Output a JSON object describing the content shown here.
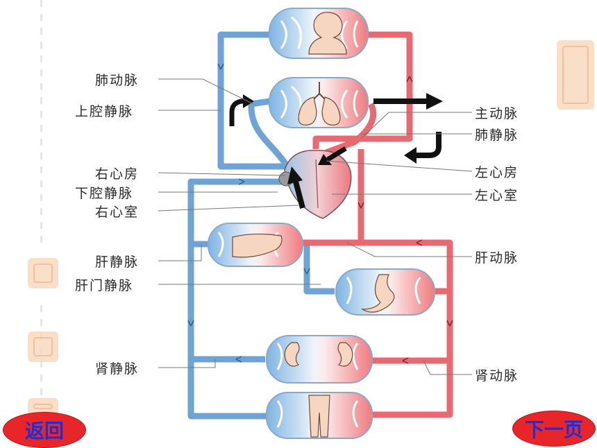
{
  "labels": {
    "left": {
      "pulmonary_artery": "肺动脉",
      "superior_vena_cava": "上腔静脉",
      "right_atrium": "右心房",
      "inferior_vena_cava": "下腔静脉",
      "right_ventricle": "右心室",
      "hepatic_vein": "肝静脉",
      "hepatic_portal_vein": "肝门静脉",
      "renal_vein": "肾静脉"
    },
    "right": {
      "aorta": "主动脉",
      "pulmonary_vein": "肺静脉",
      "left_atrium": "左心房",
      "left_ventricle": "左心室",
      "hepatic_artery": "肝动脉",
      "renal_artery": "肾动脉"
    }
  },
  "nav": {
    "back_label": "返回",
    "next_label": "下一页"
  },
  "colors": {
    "vein": "#6fa3d6",
    "artery": "#e86a70",
    "organ": "#f6d6c0",
    "nav_button": "#e8262a",
    "nav_text": "#1a2fd6"
  }
}
